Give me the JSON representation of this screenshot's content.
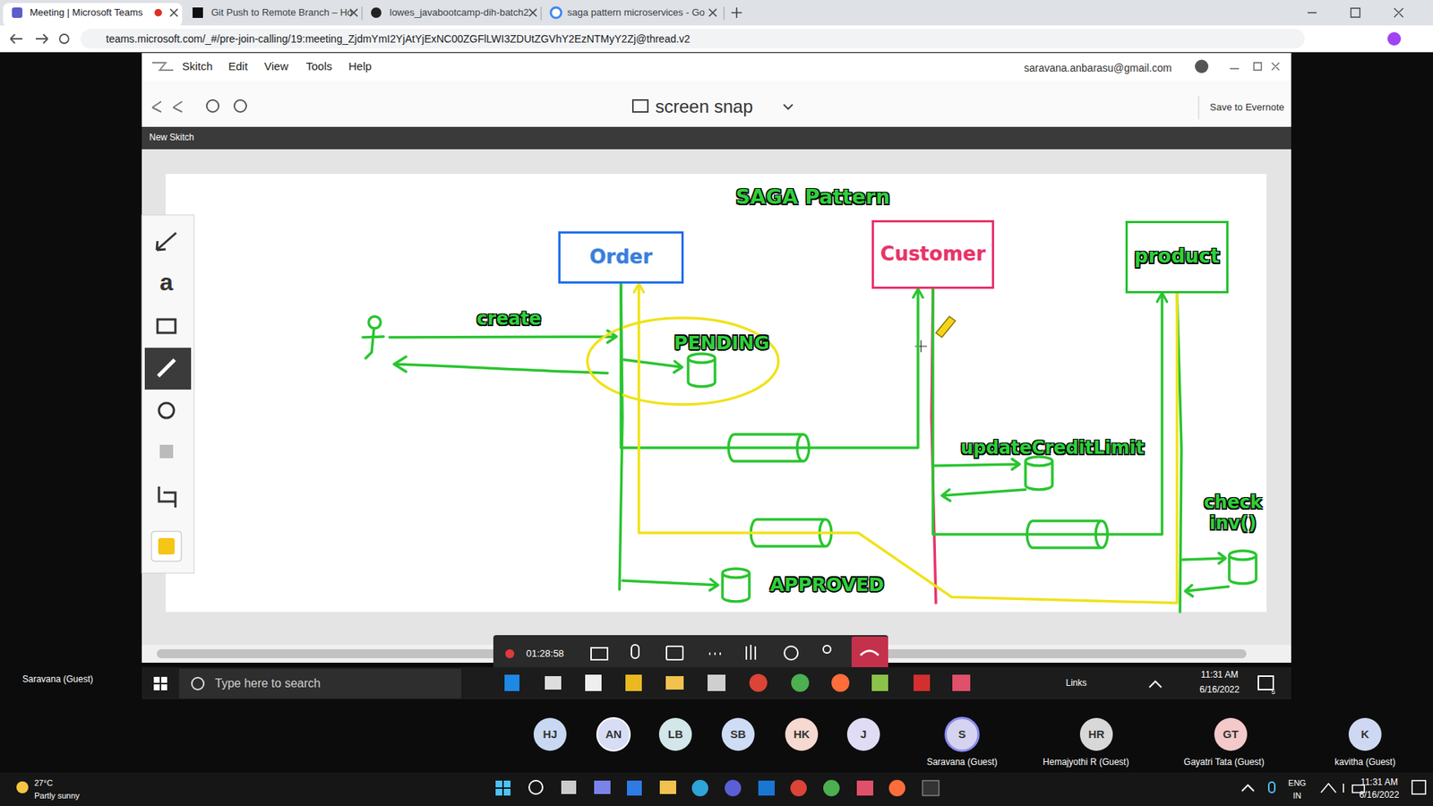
{
  "diagram": {
    "title": "SAGA Pattern",
    "nodes": [
      {
        "text": [
          "Order"
        ]
      },
      {
        "text": [
          "Customer"
        ]
      },
      {
        "text": [
          "product"
        ]
      }
    ],
    "edges": [
      {
        "from": 0,
        "to": 1,
        "arrow": "to"
      },
      {
        "from": 1,
        "to": 2,
        "arrow": "to"
      },
      {
        "from": 2,
        "to": 0,
        "arrow": "to"
      }
    ],
    "labels": [
      "Meeting | Microsoft Teams",
      "Git Push to Remote Branch – Ho",
      "lowes_javabootcamp-dih-batch2",
      "saga pattern microservices - Go",
      "teams.microsoft.com/_#/pre-join-calling/19:meeting_ZjdmYmI2YjAtYjExNC00ZGFlLWI3ZDUtZGVhY2EzNTMyY2Zj@thread.v2",
      "Skitch",
      "Edit",
      "View",
      "Tools",
      "Help",
      "saravana.anbarasu@gmail.com",
      "screen snap",
      "Save to Evernote",
      "New Skitch",
      "a",
      "create",
      "PENDING",
      "updateCreditLimit",
      "check inv()",
      "APPROVED",
      "01:28:58",
      "Saravana (Guest)",
      "Type here to search",
      "Links",
      "11:31 AM",
      "6/16/2022",
      "5",
      "HJ",
      "AN",
      "LB",
      "SB",
      "HK",
      "J",
      "S",
      "Saravana (Guest)",
      "HR",
      "Hemajyothi R (Guest)",
      "GT",
      "Gayatri Tata (Guest)",
      "K",
      "kavitha (Guest)",
      "27°C",
      "Partly sunny",
      "ENG",
      "IN",
      "11:31 AM",
      "6/16/2022"
    ]
  }
}
